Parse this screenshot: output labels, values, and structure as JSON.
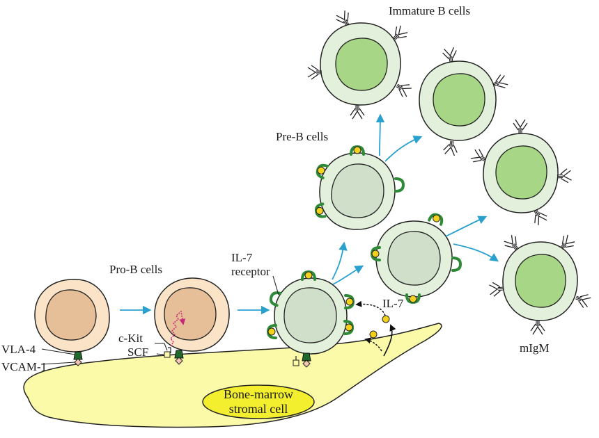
{
  "labels": {
    "immature_b": "Immature B cells",
    "pre_b": "Pre-B cells",
    "pro_b": "Pro-B cells",
    "il7_receptor_line1": "IL-7",
    "il7_receptor_line2": "receptor",
    "il7": "IL-7",
    "c_kit": "c-Kit",
    "scf": "SCF",
    "vla4": "VLA-4",
    "vcam1": "VCAM-1",
    "stromal_line1": "Bone-marrow",
    "stromal_line2": "stromal cell",
    "migm": "mIgM"
  },
  "colors": {
    "pro_b_cytoplasm": "#fbe3c8",
    "pro_b_nucleus": "#e6bf98",
    "pre_b_cytoplasm": "#e2f0dc",
    "pre_b_nucleus": "#cfdfca",
    "immature_cytoplasm": "#e2f0dc",
    "immature_nucleus": "#a8d687",
    "stroma": "#fafaa8",
    "stroma_nucleus": "#f3ee2e",
    "arrow": "#2aa0cf",
    "receptor": "#2e8a36",
    "il7_ligand": "#f4d21c",
    "signal": "#c8287a"
  }
}
